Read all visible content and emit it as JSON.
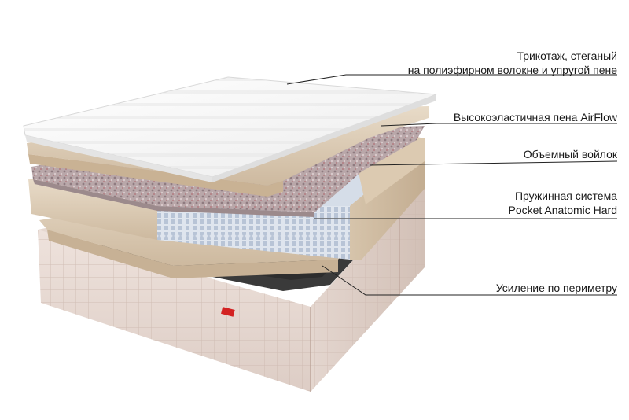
{
  "callouts": [
    {
      "id": "knit-cover",
      "lines": [
        "Трикотаж, стеганый",
        "на полиэфирном волокне и упругой пене"
      ]
    },
    {
      "id": "airflow-foam",
      "lines": [
        "Высокоэластичная пена AirFlow"
      ]
    },
    {
      "id": "felt",
      "lines": [
        "Объемный войлок"
      ]
    },
    {
      "id": "spring-system",
      "lines": [
        "Пружинная система",
        "Pocket Anatomic Hard"
      ]
    },
    {
      "id": "perimeter",
      "lines": [
        "Усиление по периметру"
      ]
    }
  ],
  "colors": {
    "leader_line": "#222222",
    "cover_white": "#f7f7f7",
    "foam_beige": "#dccbb4",
    "felt_mottled": "#b7a4a6",
    "springs_blue": "#c9d3e2",
    "base_fabric": "#e9dcd6",
    "brand_tag": "#d32222"
  }
}
